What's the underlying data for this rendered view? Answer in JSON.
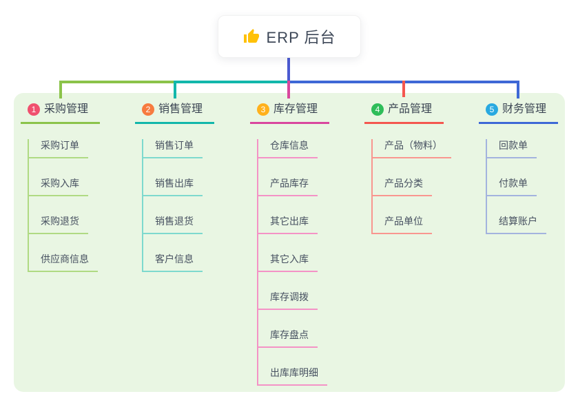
{
  "root": {
    "label": "ERP 后台",
    "icon": "thumbs-up-icon",
    "icon_color": "#FFC107"
  },
  "colors": {
    "page_bg": "#FFFFFF",
    "panel_bg": "#E9F6E3",
    "root_connector": "#4B5AD1",
    "branch_label_text": "#3B4553",
    "child_text": "#465060",
    "root_text": "#3D4757"
  },
  "branches": [
    {
      "badge": "1",
      "label": "采购管理",
      "badge_color": "#F0506E",
      "line_color": "#8BC34A",
      "child_line_color": "#AFDA83",
      "children": [
        "采购订单",
        "采购入库",
        "采购退货",
        "供应商信息"
      ]
    },
    {
      "badge": "2",
      "label": "销售管理",
      "badge_color": "#F77B3F",
      "line_color": "#12B7AB",
      "child_line_color": "#7DD9CE",
      "children": [
        "销售订单",
        "销售出库",
        "销售退货",
        "客户信息"
      ]
    },
    {
      "badge": "3",
      "label": "库存管理",
      "badge_color": "#FFB11C",
      "line_color": "#D9479E",
      "child_line_color": "#F492C6",
      "children": [
        "仓库信息",
        "产品库存",
        "其它出库",
        "其它入库",
        "库存调拨",
        "库存盘点",
        "出库库明细"
      ]
    },
    {
      "badge": "4",
      "label": "产品管理",
      "badge_color": "#2EBD59",
      "line_color": "#F4574F",
      "child_line_color": "#F9968F",
      "children": [
        "产品（物料）",
        "产品分类",
        "产品单位"
      ]
    },
    {
      "badge": "5",
      "label": "财务管理",
      "badge_color": "#29A9E0",
      "line_color": "#3E68D6",
      "child_line_color": "#A3B3DE",
      "children": [
        "回款单",
        "付款单",
        "结算账户"
      ]
    }
  ]
}
